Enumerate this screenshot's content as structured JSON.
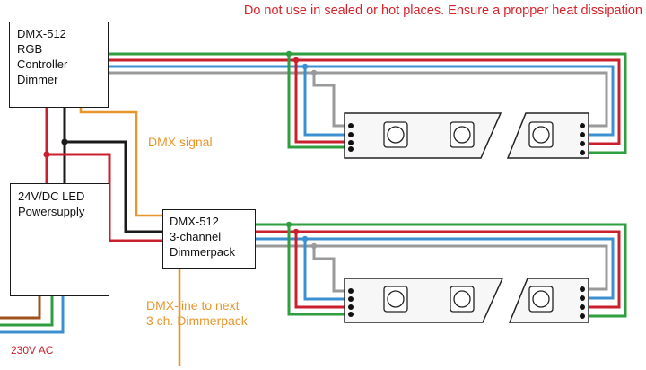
{
  "warning": "Do not use in sealed or hot places. Ensure a propper heat dissipation",
  "controller": {
    "lines": [
      "DMX-512",
      "RGB",
      "Controller",
      "Dimmer"
    ]
  },
  "powersupply": {
    "lines": [
      "24V/DC LED",
      "Powersupply"
    ]
  },
  "dimmerpack": {
    "lines": [
      "DMX-512",
      "3-channel",
      "Dimmerpack"
    ]
  },
  "dmx_signal_label": "DMX signal",
  "dmx_line_label": [
    "DMX-line to next",
    "3 ch. Dimmerpack"
  ],
  "mains_label": "230V AC",
  "colors": {
    "green": "#2e9e3e",
    "red": "#c8202c",
    "blue": "#3c8fd0",
    "gray": "#9a9a9a",
    "black": "#1a1a1a",
    "orange": "#e8962c",
    "brown": "#a0521e",
    "warning_text": "#d8222a"
  }
}
